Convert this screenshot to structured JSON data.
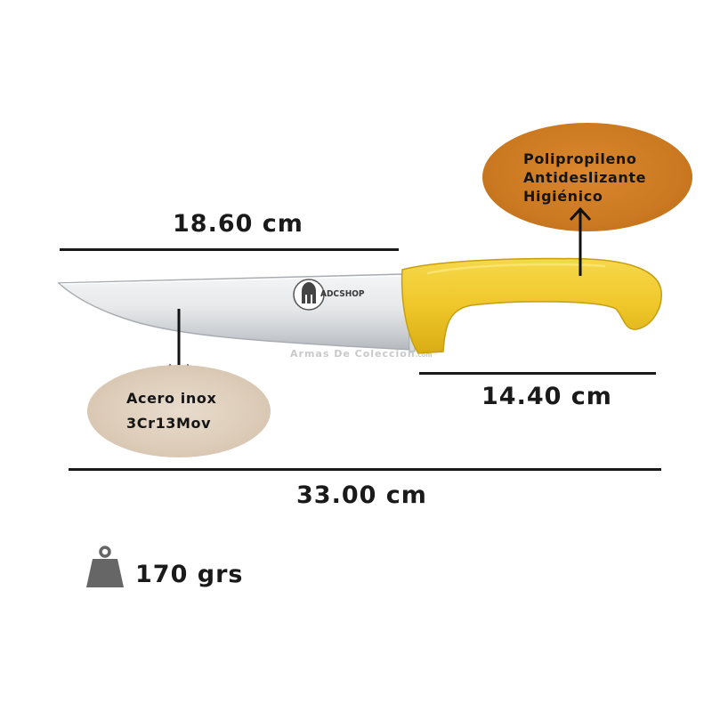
{
  "dimensions": {
    "blade_length": "18.60 cm",
    "handle_length": "14.40 cm",
    "total_length": "33.00 cm"
  },
  "callouts": {
    "handle": [
      "Polipropileno",
      "Antideslizante",
      "Higiénico"
    ],
    "blade": [
      "Acero inox",
      "3Cr13Mov"
    ]
  },
  "brand": "ADCSHOP",
  "watermark": {
    "main": "Armas  De  Coleccion",
    "suffix": ".com"
  },
  "weight": "170 grs",
  "icons": {
    "weight": "weight-icon",
    "logo": "spartan-helmet-logo"
  },
  "colors": {
    "handle": "#f0c928",
    "handle_callout": "#cc7a22",
    "blade_callout": "#dccbb7",
    "text": "#1a1a1a"
  }
}
